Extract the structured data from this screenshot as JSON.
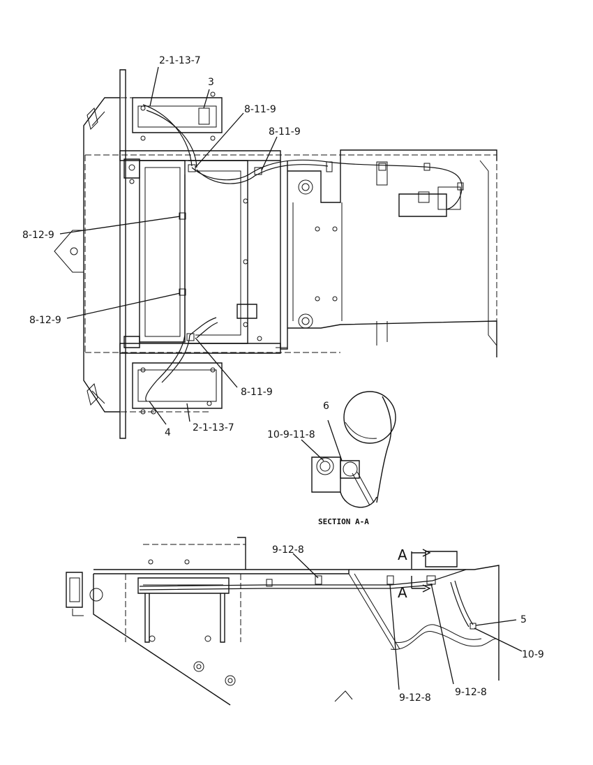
{
  "callouts": {
    "top_2_1_13_7": "2-1-13-7",
    "top_3": "3",
    "top_8_11_9_a": "8-11-9",
    "top_8_11_9_b": "8-11-9",
    "left_8_12_9_a": "8-12-9",
    "left_8_12_9_b": "8-12-9",
    "bottom_8_11_9": "8-11-9",
    "bottom_4": "4",
    "bottom_2_1_13_7": "2-1-13-7",
    "section_6": "6",
    "section_10_9_11_8": "10-9-11-8",
    "side_9_12_8_top": "9-12-8",
    "side_5": "5",
    "side_10_9": "10-9",
    "side_9_12_8_bottom_left": "9-12-8",
    "side_9_12_8_bottom_right": "9-12-8",
    "arrow_a_upper": "A",
    "arrow_a_lower": "A"
  },
  "section": {
    "title": "SECTION A-A"
  }
}
